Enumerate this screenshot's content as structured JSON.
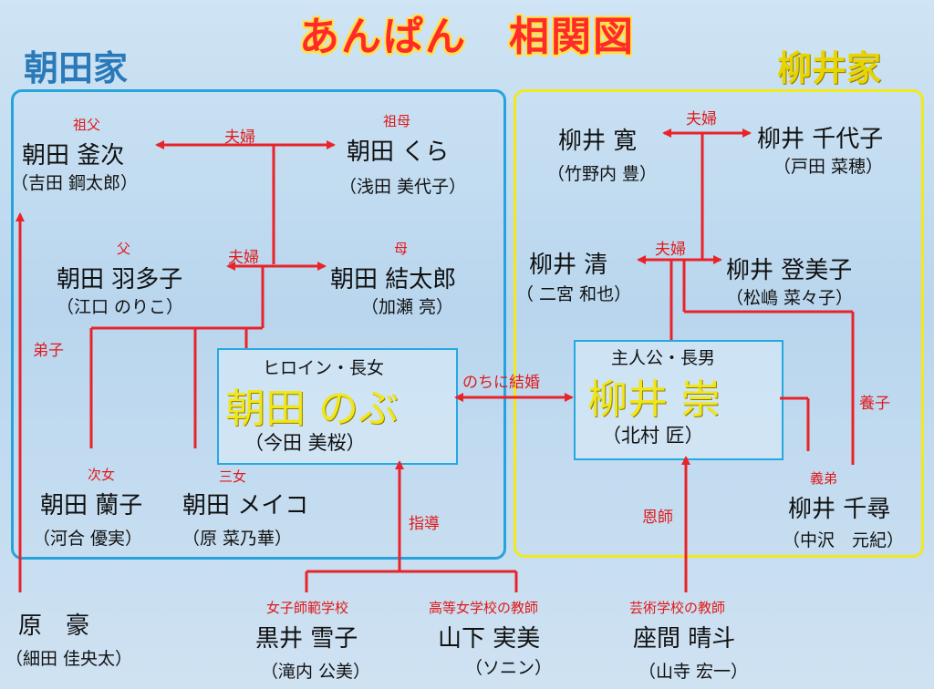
{
  "title": "あんぱん　相関図",
  "families": {
    "asada": "朝田家",
    "yanai": "柳井家"
  },
  "colors": {
    "line": "#e8242a",
    "asada_frame": "#26a3dc",
    "yanai_frame": "#f2e81e",
    "hero_name": "#f0e61a",
    "title": "#ff2a2a"
  },
  "labels": {
    "fuufu_1": "夫婦",
    "fuufu_2": "夫婦",
    "fuufu_3": "夫婦",
    "fuufu_4": "夫婦",
    "deshi": "弟子",
    "nochi_kekkon": "のちに結婚",
    "youshi": "養子",
    "shidou": "指導",
    "onshi": "恩師"
  },
  "people": {
    "kamaji": {
      "role": "祖父",
      "name": "朝田 釜次",
      "actor": "（吉田 鋼太郎）"
    },
    "kura": {
      "role": "祖母",
      "name": "朝田 くら",
      "actor": "（浅田 美代子）"
    },
    "hatako": {
      "role": "父",
      "name": "朝田 羽多子",
      "actor": "（江口 のりこ）"
    },
    "yuitaro": {
      "role": "母",
      "name": "朝田 結太郎",
      "actor": "（加瀬 亮）"
    },
    "nobu": {
      "role": "ヒロイン・長女",
      "name": "朝田 のぶ",
      "actor": "（今田 美桜）"
    },
    "ranko": {
      "role": "次女",
      "name": "朝田 蘭子",
      "actor": "（河合 優実）"
    },
    "meiko": {
      "role": "三女",
      "name": "朝田 メイコ",
      "actor": "（原 菜乃華）"
    },
    "hiroshi": {
      "role": "",
      "name": "柳井 寛",
      "actor": "（竹野内 豊）"
    },
    "chiyoko": {
      "role": "",
      "name": "柳井 千代子",
      "actor": "（戸田 菜穂）"
    },
    "kiyoshi": {
      "role": "",
      "name": "柳井 清",
      "actor": "（ 二宮 和也）"
    },
    "tomiko": {
      "role": "",
      "name": "柳井 登美子",
      "actor": "（松嶋 菜々子）"
    },
    "takashi": {
      "role": "主人公・長男",
      "name": "柳井 崇",
      "actor": "（北村 匠）"
    },
    "chihiro": {
      "role": "義弟",
      "name": "柳井 千尋",
      "actor": "（中沢　元紀）"
    },
    "hara": {
      "role": "",
      "name": "原　豪",
      "actor": "（細田 佳央太）"
    },
    "kuroi": {
      "role": "女子師範学校",
      "name": "黒井 雪子",
      "actor": "（滝内 公美）"
    },
    "yamashita": {
      "role": "高等女学校の教師",
      "name": "山下 実美",
      "actor": "（ソニン）"
    },
    "zama": {
      "role": "芸術学校の教師",
      "name": "座間 晴斗",
      "actor": "（山寺 宏一）"
    }
  }
}
